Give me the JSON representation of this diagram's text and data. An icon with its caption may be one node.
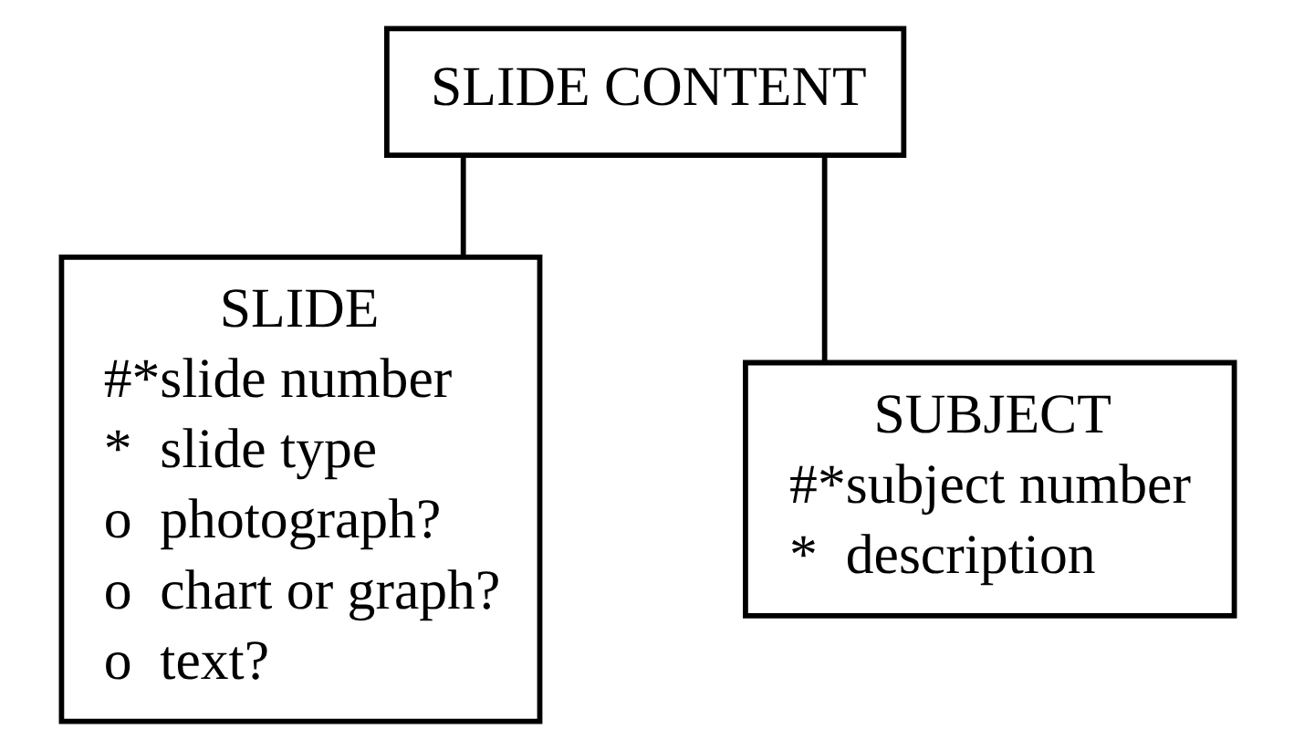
{
  "diagram": {
    "nodes": [
      {
        "text": [
          "SLIDE CONTENT"
        ]
      },
      {
        "text": [
          "SLIDE",
          "#*slide number",
          "*  slide type",
          "o  photograph?",
          "o  chart or graph?",
          "o  text?"
        ]
      },
      {
        "text": [
          "SUBJECT",
          "#*subject number",
          "*  description"
        ]
      }
    ],
    "edges": [
      {
        "from": 0,
        "to": 1,
        "arrow": "none"
      },
      {
        "from": 0,
        "to": 2,
        "arrow": "none"
      }
    ]
  }
}
